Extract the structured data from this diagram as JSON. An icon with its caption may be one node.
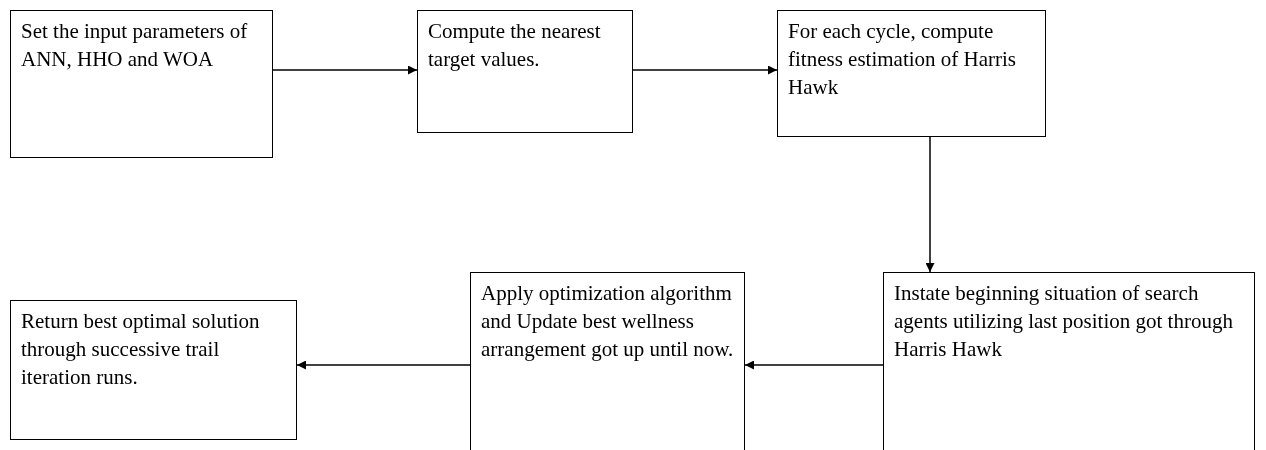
{
  "diagram": {
    "nodes": [
      {
        "text": [
          "Set the input parameters of ANN, HHO and WOA"
        ]
      },
      {
        "text": [
          "Compute the nearest target values."
        ]
      },
      {
        "text": [
          "For each cycle, compute fitness estimation of Harris Hawk"
        ]
      },
      {
        "text": [
          "Instate beginning situation of search agents utilizing last position got through Harris Hawk"
        ]
      },
      {
        "text": [
          "Apply optimization algorithm and Update best wellness arrangement got up until now."
        ]
      },
      {
        "text": [
          "Return best optimal solution through successive trail iteration runs."
        ]
      }
    ],
    "edges": [
      {
        "from": 0,
        "to": 1,
        "arrow": "to"
      },
      {
        "from": 1,
        "to": 2,
        "arrow": "to"
      },
      {
        "from": 2,
        "to": 3,
        "arrow": "to"
      },
      {
        "from": 3,
        "to": 4,
        "arrow": "to"
      },
      {
        "from": 4,
        "to": 5,
        "arrow": "to"
      }
    ]
  }
}
